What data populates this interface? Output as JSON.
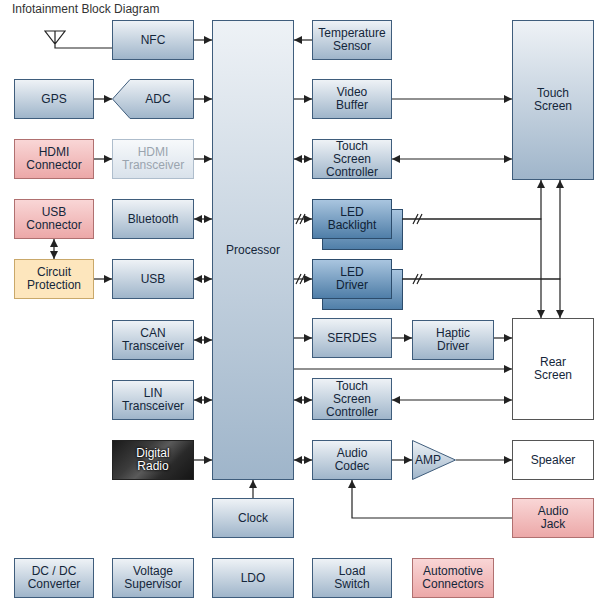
{
  "diagram": {
    "title": "Infotainment Block Diagram",
    "nodes": [
      {
        "text": [
          "NFC"
        ]
      },
      {
        "text": [
          "Processor"
        ]
      },
      {
        "text": [
          "Temperature Sensor"
        ]
      },
      {
        "text": [
          "Touch Screen"
        ]
      },
      {
        "text": [
          "GPS"
        ]
      },
      {
        "text": [
          "ADC"
        ]
      },
      {
        "text": [
          "Video Buffer"
        ]
      },
      {
        "text": [
          "HDMI Connector"
        ]
      },
      {
        "text": [
          "HDMI Transceiver"
        ]
      },
      {
        "text": [
          "Touch Screen Controller"
        ]
      },
      {
        "text": [
          "USB Connector"
        ]
      },
      {
        "text": [
          "Bluetooth"
        ]
      },
      {
        "text": [
          "LED Backlight"
        ]
      },
      {
        "text": [
          "Circuit Protection"
        ]
      },
      {
        "text": [
          "USB"
        ]
      },
      {
        "text": [
          "LED Driver"
        ]
      },
      {
        "text": [
          "CAN Transceiver"
        ]
      },
      {
        "text": [
          "SERDES"
        ]
      },
      {
        "text": [
          "Haptic Driver"
        ]
      },
      {
        "text": [
          "Rear Screen"
        ]
      },
      {
        "text": [
          "LIN Transceiver"
        ]
      },
      {
        "text": [
          "Touch Screen Controller"
        ]
      },
      {
        "text": [
          "Digital Radio"
        ]
      },
      {
        "text": [
          "Audio Codec"
        ]
      },
      {
        "text": [
          "AMP"
        ]
      },
      {
        "text": [
          "Speaker"
        ]
      },
      {
        "text": [
          "Clock"
        ]
      },
      {
        "text": [
          "Audio Jack"
        ]
      },
      {
        "text": [
          "DC / DC Converter"
        ]
      },
      {
        "text": [
          "Voltage Supervisor"
        ]
      },
      {
        "text": [
          "LDO"
        ]
      },
      {
        "text": [
          "Load Switch"
        ]
      },
      {
        "text": [
          "Automotive Connectors"
        ]
      }
    ],
    "edges": [
      {
        "from": 0,
        "to": 1,
        "arrow": "to"
      },
      {
        "from": 2,
        "to": 1,
        "arrow": "to"
      },
      {
        "from": 4,
        "to": 5,
        "arrow": "to"
      },
      {
        "from": 5,
        "to": 1,
        "arrow": "to"
      },
      {
        "from": 1,
        "to": 6,
        "arrow": "to"
      },
      {
        "from": 6,
        "to": 3,
        "arrow": "to"
      },
      {
        "from": 7,
        "to": 8,
        "arrow": "to"
      },
      {
        "from": 8,
        "to": 1,
        "arrow": "to"
      },
      {
        "from": 1,
        "to": 9,
        "arrow": "both"
      },
      {
        "from": 9,
        "to": 3,
        "arrow": "both"
      },
      {
        "from": 11,
        "to": 1,
        "arrow": "both"
      },
      {
        "from": 1,
        "to": 12,
        "arrow": "to"
      },
      {
        "from": 12,
        "to": 3,
        "arrow": "to"
      },
      {
        "from": 12,
        "to": 19,
        "arrow": "to"
      },
      {
        "from": 10,
        "to": 13,
        "arrow": "both"
      },
      {
        "from": 13,
        "to": 14,
        "arrow": "to"
      },
      {
        "from": 14,
        "to": 1,
        "arrow": "both"
      },
      {
        "from": 1,
        "to": 15,
        "arrow": "to"
      },
      {
        "from": 15,
        "to": 3,
        "arrow": "to"
      },
      {
        "from": 15,
        "to": 19,
        "arrow": "to"
      },
      {
        "from": 16,
        "to": 1,
        "arrow": "both"
      },
      {
        "from": 1,
        "to": 17,
        "arrow": "to"
      },
      {
        "from": 17,
        "to": 18,
        "arrow": "to"
      },
      {
        "from": 18,
        "to": 19,
        "arrow": "to"
      },
      {
        "from": 1,
        "to": 19,
        "arrow": "to"
      },
      {
        "from": 20,
        "to": 1,
        "arrow": "both"
      },
      {
        "from": 1,
        "to": 21,
        "arrow": "both"
      },
      {
        "from": 21,
        "to": 19,
        "arrow": "both"
      },
      {
        "from": 22,
        "to": 1,
        "arrow": "to"
      },
      {
        "from": 1,
        "to": 23,
        "arrow": "both"
      },
      {
        "from": 23,
        "to": 24,
        "arrow": "to"
      },
      {
        "from": 24,
        "to": 25,
        "arrow": "to"
      },
      {
        "from": 27,
        "to": 23,
        "arrow": "to"
      },
      {
        "from": 26,
        "to": 1,
        "arrow": "to"
      }
    ]
  }
}
